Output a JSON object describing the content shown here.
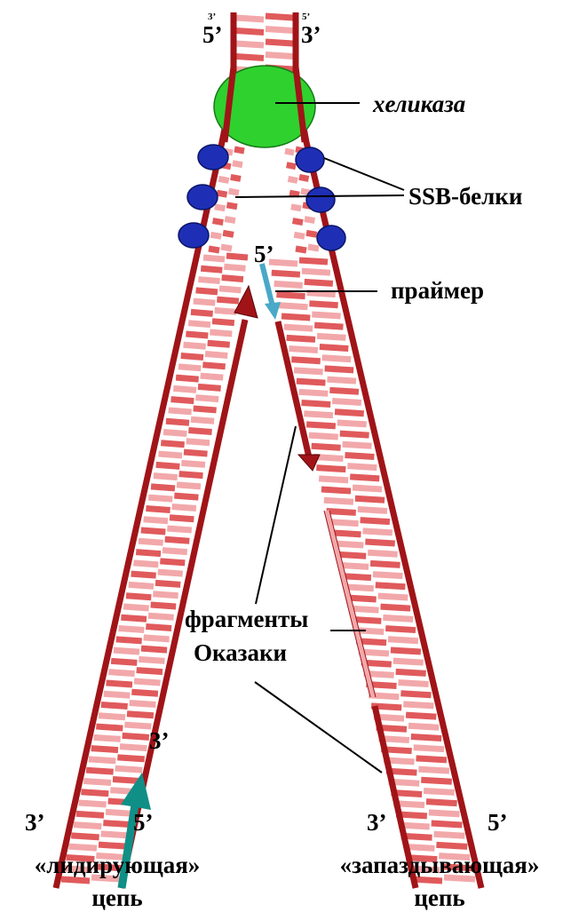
{
  "colors": {
    "backbone": "#a01418",
    "backbone_edge": "#5a0508",
    "rung_dark": "#e05a5c",
    "rung_light": "#f2a8aa",
    "rung_edge": "#6a0d10",
    "helicase": "#2fd12f",
    "ssb": "#1e2fb5",
    "primer": "#4aa8c8",
    "leading_arrow": "#0f8f86"
  },
  "labels": {
    "top_small_left": "3’",
    "top_small_right": "5’",
    "top_left": "5’",
    "top_right": "3’",
    "helicase": "хеликаза",
    "ssb": "SSB-белки",
    "primer_end": "5’",
    "primer": "праймер",
    "okazaki_line1": "фрагменты",
    "okazaki_line2": "Оказаки",
    "leading_end_top": "3’",
    "bottom_left_outer": "3’",
    "bottom_left_inner": "5’",
    "bottom_right_inner": "3’",
    "bottom_right_outer": "5’",
    "leading_strand": "«лидирующая»",
    "leading_strand_2": "цепь",
    "lagging_strand": "«запаздывающая»",
    "lagging_strand_2": "цепь"
  }
}
